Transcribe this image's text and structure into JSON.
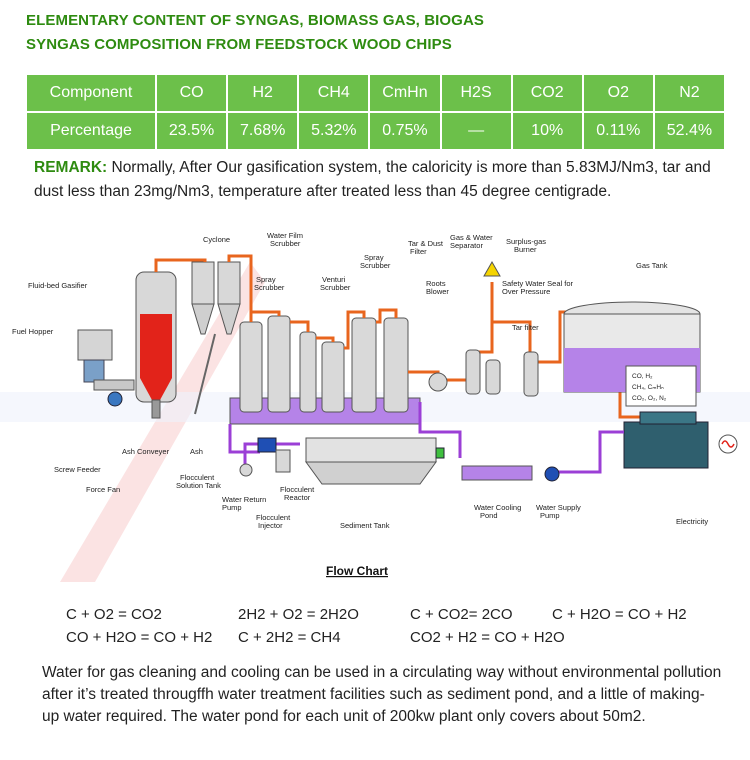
{
  "title_line1": "ELEMENTARY CONTENT OF SYNGAS, BIOMASS GAS, BIOGAS",
  "title_line2": "SYNGAS COMPOSITION FROM FEEDSTOCK WOOD CHIPS",
  "table": {
    "header": [
      "Component",
      "CO",
      "H2",
      "CH4",
      "CmHn",
      "H2S",
      "CO2",
      "O2",
      "N2"
    ],
    "row": [
      "Percentage",
      "23.5%",
      "7.68%",
      "5.32%",
      "0.75%",
      "—",
      "10%",
      "0.11%",
      "52.4%"
    ]
  },
  "remark": {
    "label": "REMARK:",
    "text": " Normally, After Our gasification system, the caloricity is more than 5.83MJ/Nm3, tar and dust less than 23mg/Nm3, temperature after treated less than 45 degree centigrade."
  },
  "diagram": {
    "caption": "Flow Chart",
    "labels": {
      "cyclone": "Cyclone",
      "water_film": "Water Film",
      "scrubber": "Scrubber",
      "spray": "Spray",
      "venturi": "Venturi",
      "tar_dust": "Tar & Dust",
      "filter": "Filter",
      "gas_water": "Gas & Water",
      "separator": "Separator",
      "surplus_gas": "Surplus-gas",
      "burner": "Burner",
      "gas_tank": "Gas Tank",
      "fluid_bed": "Fluid-bed Gasifier",
      "roots": "Roots",
      "blower": "Blower",
      "safety_seal": "Safety Water Seal for",
      "over_pressure": "Over Pressure",
      "tar_filter": "Tar filter",
      "fuel_hopper": "Fuel Hopper",
      "ash_conveyer": "Ash Conveyer",
      "ash": "Ash",
      "screw_feeder": "Screw Feeder",
      "force_fan": "Force Fan",
      "flocculent": "Flocculent",
      "solution_tank": "Solution Tank",
      "water_return": "Water Return",
      "pump": "Pump",
      "reactor": "Reactor",
      "injector": "Injector",
      "sediment_tank": "Sediment Tank",
      "water_cooling": "Water Cooling",
      "pond": "Pond",
      "water_supply": "Water Supply",
      "electricity": "Electricity",
      "gas_comp_1": "CO,  H₂",
      "gas_comp_2": "CH₄,  CₘHₙ",
      "gas_comp_3": "CO₂,  O₂,  N₂"
    }
  },
  "equations": {
    "row1": [
      "C + O2 = CO2",
      "2H2 + O2 = 2H2O",
      "C + CO2= 2CO",
      "C + H2O = CO + H2"
    ],
    "row2": [
      "CO + H2O = CO + H2",
      "C + 2H2 = CH4",
      "CO2 + H2 = CO + H2O"
    ]
  },
  "paragraph": "Water for gas cleaning and cooling can be used in a circulating way without environmental pollution after it’s treated througffh water treatment facilities such as sediment pond, and a little of making-up water required. The water pond for each unit of 200kw plant only covers about 50m2.",
  "colors": {
    "title_green": "#2e8b10",
    "table_green": "#6cc04a",
    "gas_pipe": "#e8651e",
    "water_pipe": "#9b3fd6",
    "gasifier_fire": "#e2231a"
  }
}
